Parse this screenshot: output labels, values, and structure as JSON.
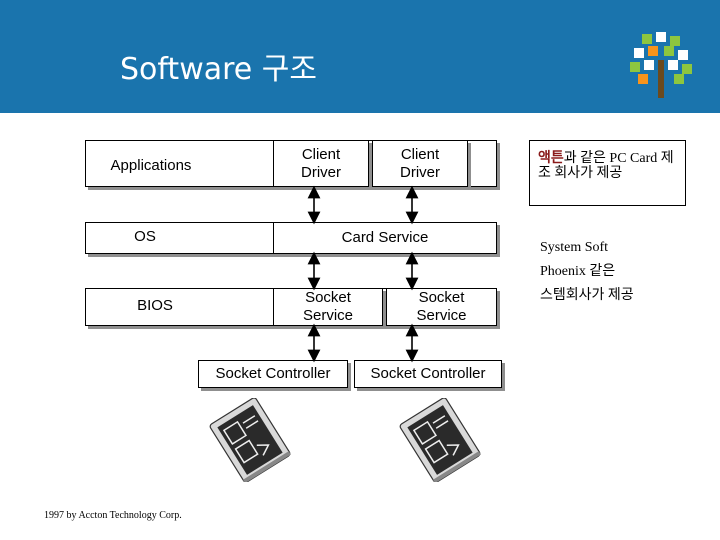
{
  "header": {
    "title": "Software 구조",
    "background": "#1a74ad"
  },
  "layers": {
    "applications": "Applications",
    "os": "OS",
    "bios": "BIOS"
  },
  "boxes": {
    "client_driver_1": "Client\nDriver",
    "client_driver_2": "Client\nDriver",
    "card_service": "Card Service",
    "socket_service_1": "Socket\nService",
    "socket_service_2": "Socket\nService",
    "socket_controller_1": "Socket Controller",
    "socket_controller_2": "Socket Controller"
  },
  "notes": {
    "vendor_accent": "액튼",
    "vendor_rest": "과 같은 PC Card 제조 회사가 제공",
    "system_line1": "System Soft",
    "system_line2": "Phoenix 같은",
    "system_line3": "스템회사가 제공"
  },
  "footer": "1997 by Accton Technology Corp.",
  "colors": {
    "accent_text": "#8a1a1a",
    "shadow": "#8f8f8f"
  },
  "icons": [
    "tree-logo-icon",
    "pc-card-icon"
  ]
}
